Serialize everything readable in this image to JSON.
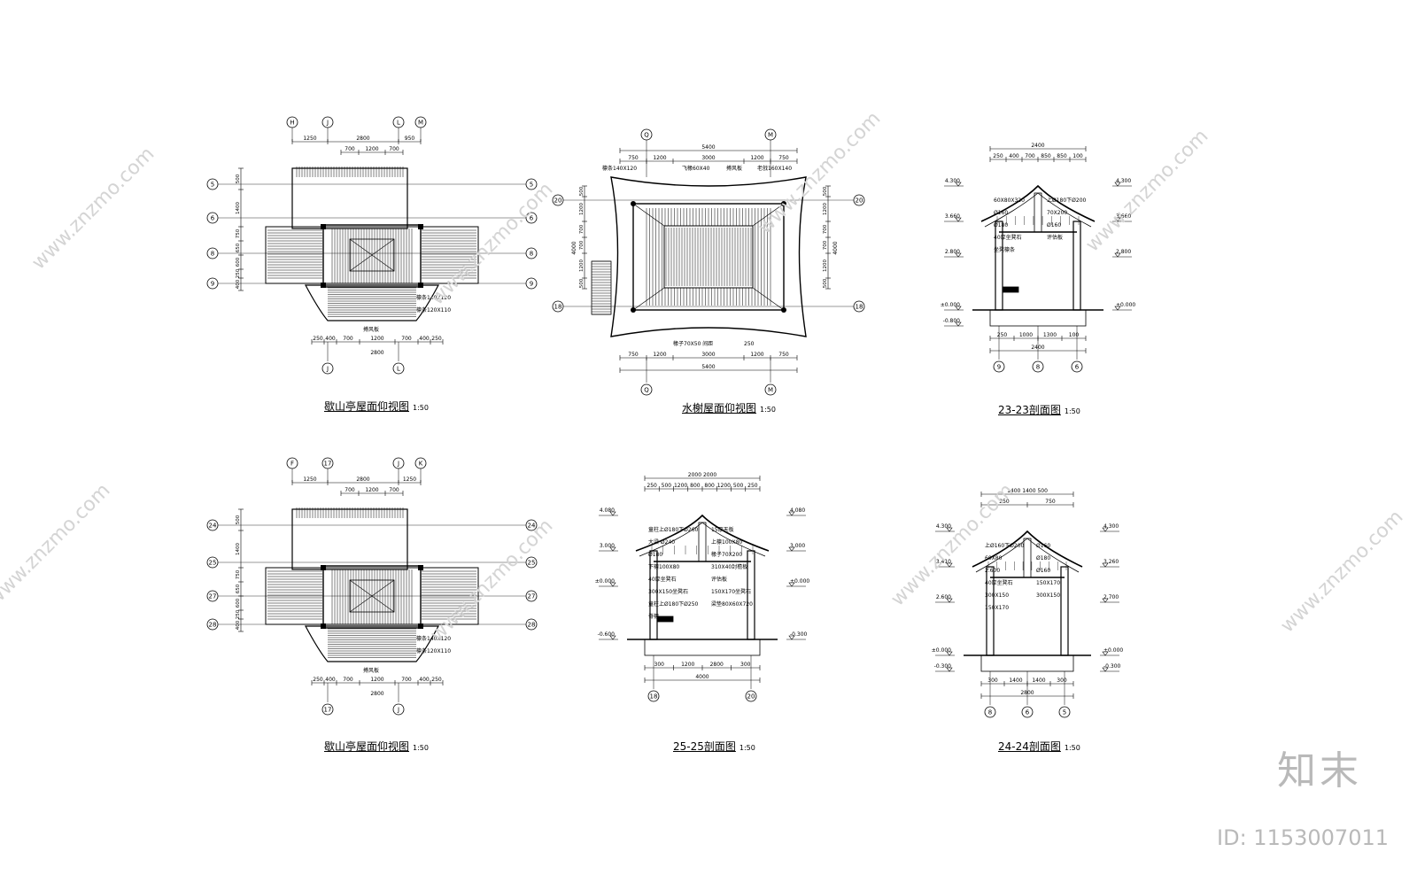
{
  "titles": {
    "d1": {
      "name": "歇山亭屋面仰视图",
      "scale": "1:50"
    },
    "d2": {
      "name": "水榭屋面仰视图",
      "scale": "1:50"
    },
    "d3": {
      "name": "23-23剖面图",
      "scale": "1:50"
    },
    "d4": {
      "name": "歇山亭屋面仰视图",
      "scale": "1:50"
    },
    "d5": {
      "name": "25-25剖面图",
      "scale": "1:50"
    },
    "d6": {
      "name": "24-24剖面图",
      "scale": "1:50"
    }
  },
  "d1": {
    "axes_top": [
      "H",
      "J",
      "L",
      "M"
    ],
    "axes_bottom": [
      "J",
      "L"
    ],
    "axes_side": [
      "5",
      "6",
      "8",
      "9"
    ],
    "dims_top": [
      "1250",
      "2800",
      "950"
    ],
    "dims_top2": [
      "700",
      "1200",
      "700"
    ],
    "dims_bottom": [
      "250",
      "400",
      "700",
      "1200",
      "700",
      "400",
      "250"
    ],
    "dims_bottom_total": "2800",
    "dims_left": [
      "500",
      "1400",
      "750",
      "650",
      "600",
      "250",
      "400"
    ],
    "labels": [
      "檩条140X120",
      "檩条120X110",
      "搏风板"
    ]
  },
  "d2": {
    "axes_top": [
      "Q",
      "M"
    ],
    "axes_bottom": [
      "Q",
      "M"
    ],
    "axes_side": [
      "20",
      "18"
    ],
    "dims_top": [
      "5400"
    ],
    "dims_top2": [
      "750",
      "1200",
      "3000",
      "1200",
      "750"
    ],
    "dims_bottom": [
      "750",
      "1200",
      "3000",
      "1200",
      "750"
    ],
    "dims_bottom_total": "5400",
    "dims_left": [
      "500",
      "1200",
      "700",
      "4000",
      "700",
      "1200",
      "500"
    ],
    "labels": [
      "檩条140X120",
      "飞椽60X40",
      "搏风板",
      "老戗160X140",
      "椽子70X50 间距",
      "250"
    ]
  },
  "d3": {
    "axes_bottom": [
      "9",
      "8",
      "6"
    ],
    "dims_top": [
      "2400"
    ],
    "dims_top2": [
      "250",
      "400",
      "700",
      "850",
      "850",
      "100"
    ],
    "dims_bottom": [
      "250",
      "1000",
      "1300",
      "100"
    ],
    "dims_bottom_total": "2400",
    "levels": [
      "4.300",
      "3.660",
      "2.800",
      "±0.000",
      "-0.800"
    ],
    "labels": [
      "60X80X320",
      "上Ø180下Ø200",
      "Ø160",
      "70X200",
      "Ø180",
      "Ø160",
      "40厚坐凳石",
      "评估板",
      "坐凳檩条"
    ],
    "right_levels": [
      "4.300",
      "3.660",
      "2.800",
      "±0.000"
    ]
  },
  "d4": {
    "axes_top": [
      "F",
      "17",
      "J",
      "K"
    ],
    "axes_bottom": [
      "17",
      "J"
    ],
    "axes_side": [
      "24",
      "25",
      "27",
      "28"
    ],
    "dims_top": [
      "1250",
      "2800",
      "1250"
    ],
    "dims_top2": [
      "700",
      "1200",
      "700"
    ],
    "dims_bottom": [
      "250",
      "400",
      "700",
      "1200",
      "700",
      "400",
      "250"
    ],
    "dims_bottom_total": "2800",
    "labels": [
      "檩条140X120",
      "檩条120X110",
      "搏风板"
    ]
  },
  "d5": {
    "axes_bottom": [
      "18",
      "20"
    ],
    "dims_top": [
      "2000",
      "2000"
    ],
    "dims_top2": [
      "250",
      "500",
      "1200",
      "800",
      "800",
      "1200",
      "500",
      "250"
    ],
    "dims_bottom": [
      "300",
      "1200",
      "2800",
      "300"
    ],
    "dims_bottom_total": "4000",
    "levels": [
      "4.080",
      "3.000",
      "±0.000",
      "-0.600"
    ],
    "right_levels": [
      "4.080",
      "3.000",
      "±0.000",
      "-0.300"
    ],
    "labels": [
      "童柱上Ø180下Ø260",
      "15厚天板",
      "大梁 Ø240",
      "上檩100X80",
      "Ø180",
      "椽子70X200",
      "下檩100X80",
      "310X40封檐板",
      "40厚坐凳石",
      "评估板",
      "300X150坐凳石",
      "150X170坐凳石",
      "童柱上Ø180下Ø250",
      "梁垫80X60X720",
      "脊檩"
    ]
  },
  "d6": {
    "axes_bottom": [
      "8",
      "6",
      "5"
    ],
    "dims_top": [
      "1400",
      "1400",
      "500"
    ],
    "dims_top2": [
      "250",
      "750"
    ],
    "dims_bottom": [
      "300",
      "1400",
      "1400",
      "300"
    ],
    "dims_bottom_total": "2800",
    "levels": [
      "4.300",
      "3.410",
      "2.600",
      "±0.000",
      "-0.300"
    ],
    "right_levels": [
      "4.300",
      "3.260",
      "2.700",
      "±0.000",
      "-0.300"
    ],
    "labels": [
      "上Ø160下Ø200",
      "Ø160",
      "60X80",
      "Ø180",
      "2.600",
      "Ø160",
      "40厚坐凳石",
      "150X170",
      "300X150",
      "300X150",
      "150X170"
    ]
  },
  "watermark": {
    "text": "www.znzmo.com",
    "brand": "知末",
    "id": "ID: 1153007011"
  }
}
